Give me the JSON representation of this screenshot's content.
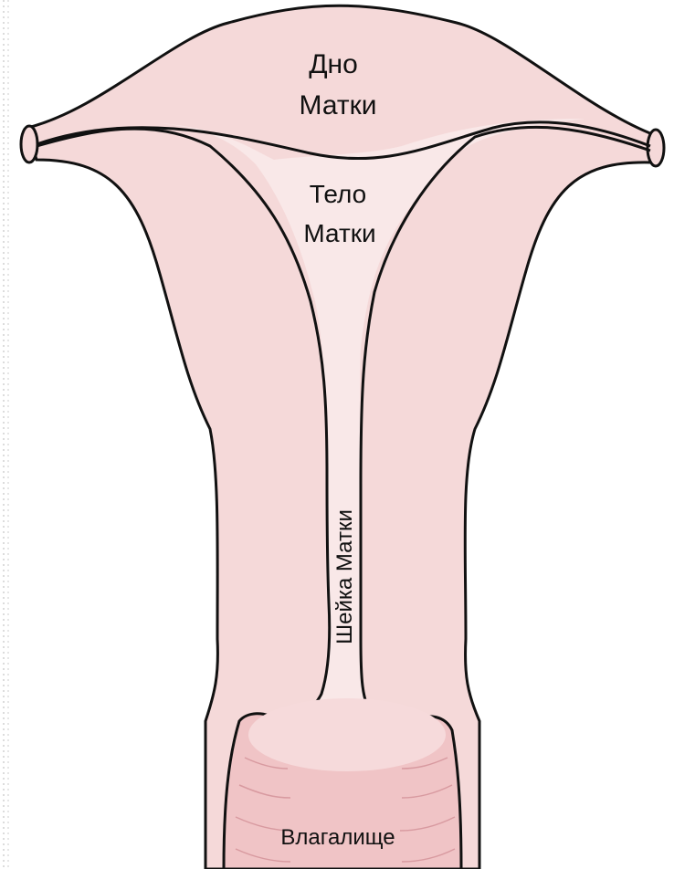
{
  "colors": {
    "tissue": "#f5d9d9",
    "cavity": "#f9e8e8",
    "vagina": "#f0c4c6",
    "vagina_rim": "#e9b1b5",
    "outline": "#111111",
    "dots": "#dcdcdc"
  },
  "labels": {
    "fundus_line1": "Дно",
    "fundus_line2": "Матки",
    "body_line1": "Тело",
    "body_line2": "Матки",
    "cervix": "Шейка Матки",
    "vagina": "Влагалище"
  }
}
